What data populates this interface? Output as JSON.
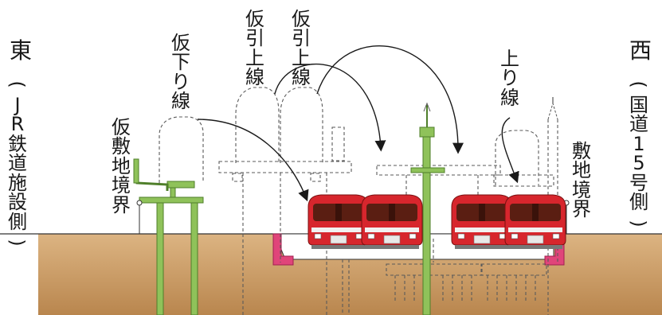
{
  "labels": {
    "east": "東",
    "east_sub": "(JR鉄道施設側)",
    "west": "西",
    "west_sub": "(国道15号側)",
    "temp_down_line": "仮下り線",
    "temp_up_line_1": "仮引上線",
    "temp_up_line_2": "仮引上線",
    "up_line": "上り線",
    "temp_boundary": "仮敷地境界",
    "boundary": "敷地境界"
  },
  "colors": {
    "ground": "#c79a63",
    "ground_top": "#e0bc8a",
    "pillar": "#8fc25a",
    "pillar_edge": "#4f7f2a",
    "train_red": "#d7262d",
    "train_window": "#5a1e12",
    "wall_pink": "#e0457a",
    "dashed": "#5a5a5a"
  },
  "icons": [
    "train-icon",
    "arrow-icon"
  ]
}
